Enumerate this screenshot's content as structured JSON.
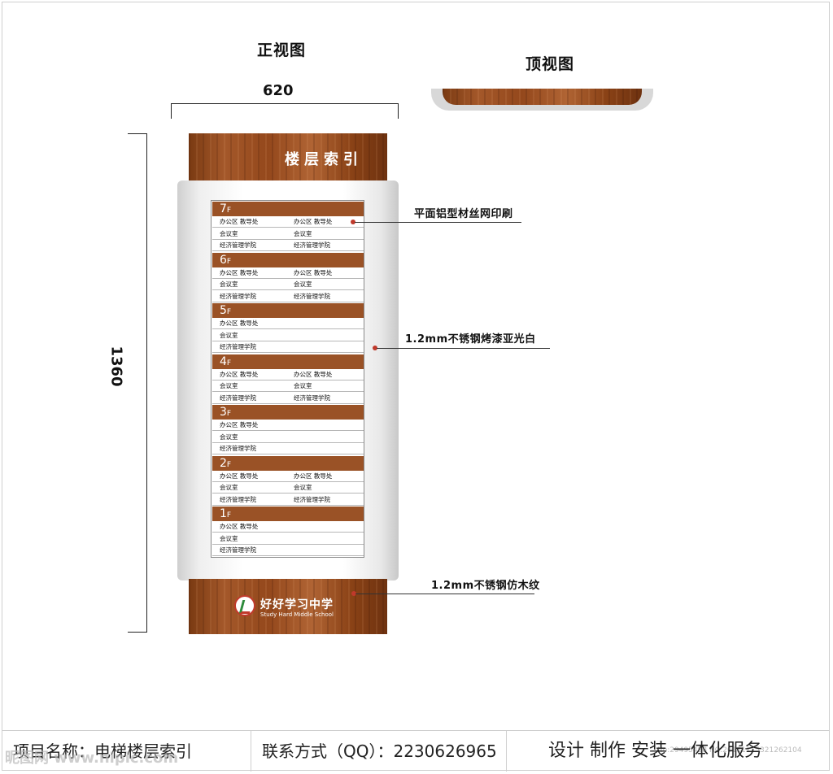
{
  "views": {
    "front": "正视图",
    "top": "顶视图"
  },
  "dimensions": {
    "width": "620",
    "height": "1360"
  },
  "sign": {
    "title": "楼层索引",
    "school_name": "好好学习中学",
    "school_name_en": "Study Hard Middle School",
    "floors": [
      {
        "num": "7",
        "unit": "F",
        "rows": [
          [
            "办公区 教导处",
            "办公区 教导处"
          ],
          [
            "会议室",
            "会议室"
          ],
          [
            "经济管理学院",
            "经济管理学院"
          ]
        ]
      },
      {
        "num": "6",
        "unit": "F",
        "rows": [
          [
            "办公区 教导处",
            "办公区 教导处"
          ],
          [
            "会议室",
            "会议室"
          ],
          [
            "经济管理学院",
            "经济管理学院"
          ]
        ]
      },
      {
        "num": "5",
        "unit": "F",
        "rows": [
          [
            "办公区 教导处",
            ""
          ],
          [
            "会议室",
            ""
          ],
          [
            "经济管理学院",
            ""
          ]
        ]
      },
      {
        "num": "4",
        "unit": "F",
        "rows": [
          [
            "办公区 教导处",
            "办公区 教导处"
          ],
          [
            "会议室",
            "会议室"
          ],
          [
            "经济管理学院",
            "经济管理学院"
          ]
        ]
      },
      {
        "num": "3",
        "unit": "F",
        "rows": [
          [
            "办公区 教导处",
            ""
          ],
          [
            "会议室",
            ""
          ],
          [
            "经济管理学院",
            ""
          ]
        ]
      },
      {
        "num": "2",
        "unit": "F",
        "rows": [
          [
            "办公区 教导处",
            "办公区 教导处"
          ],
          [
            "会议室",
            "会议室"
          ],
          [
            "经济管理学院",
            "经济管理学院"
          ]
        ]
      },
      {
        "num": "1",
        "unit": "F",
        "rows": [
          [
            "办公区 教导处",
            ""
          ],
          [
            "会议室",
            ""
          ],
          [
            "经济管理学院",
            ""
          ]
        ]
      }
    ]
  },
  "callouts": [
    {
      "text": "平面铝型材丝网印刷"
    },
    {
      "text": "1.2mm不锈钢烤漆亚光白"
    },
    {
      "text": "1.2mm不锈钢仿木纹"
    }
  ],
  "footer": {
    "project": "项目名称：电梯楼层索引",
    "contact": "联系方式（QQ）：2230626965",
    "service": "设计  制作 安装 一体化服务"
  },
  "watermark": {
    "left": "昵图网 www.nipic.com",
    "right": "No:29495498 NO.20181115321262104"
  },
  "colors": {
    "wood": "#9a5226",
    "floor_header": "#9a5226",
    "callout_dot": "#c0392b"
  }
}
